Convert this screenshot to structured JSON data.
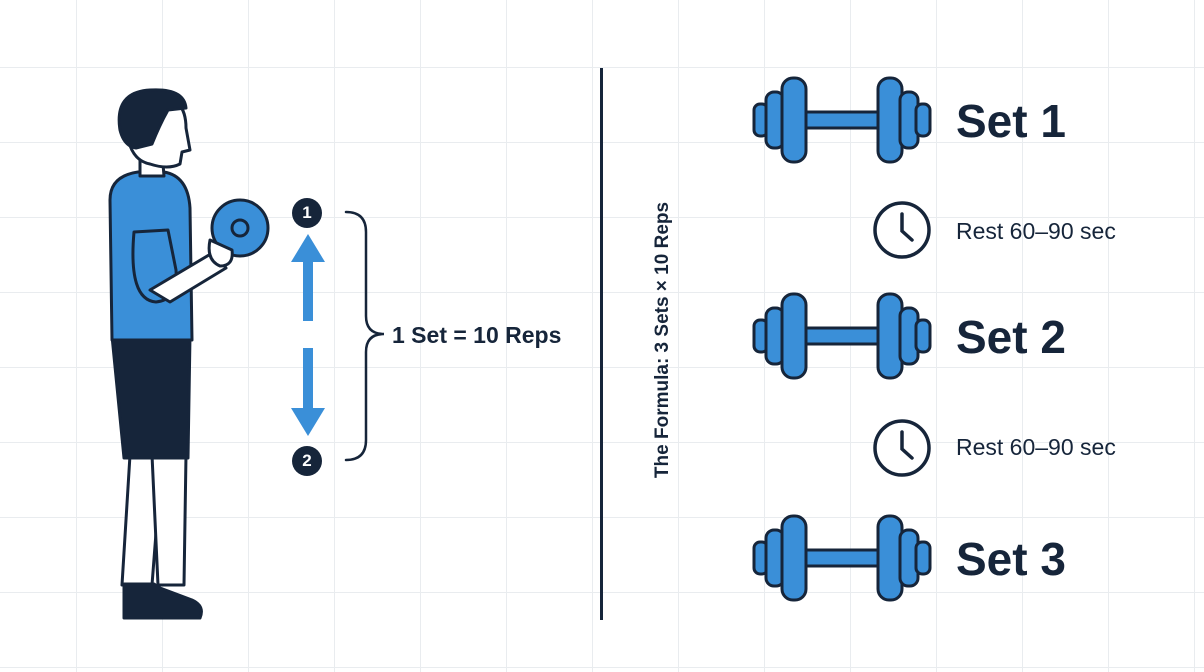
{
  "rep_markers": [
    "1",
    "2"
  ],
  "set_equation": "1 Set = 10 Reps",
  "formula": "The Formula: 3 Sets × 10 Reps",
  "sets": [
    {
      "label": "Set 1"
    },
    {
      "label": "Set 2"
    },
    {
      "label": "Set 3"
    }
  ],
  "rests": [
    {
      "label": "Rest 60–90 sec"
    },
    {
      "label": "Rest 60–90 sec"
    }
  ],
  "colors": {
    "accent": "#3a8fd8",
    "ink": "#16253a",
    "grid": "#e9ecef"
  },
  "icons": [
    "person-curling-icon",
    "dumbbell-icon",
    "clock-icon",
    "arrow-up-icon",
    "arrow-down-icon",
    "brace-icon"
  ]
}
